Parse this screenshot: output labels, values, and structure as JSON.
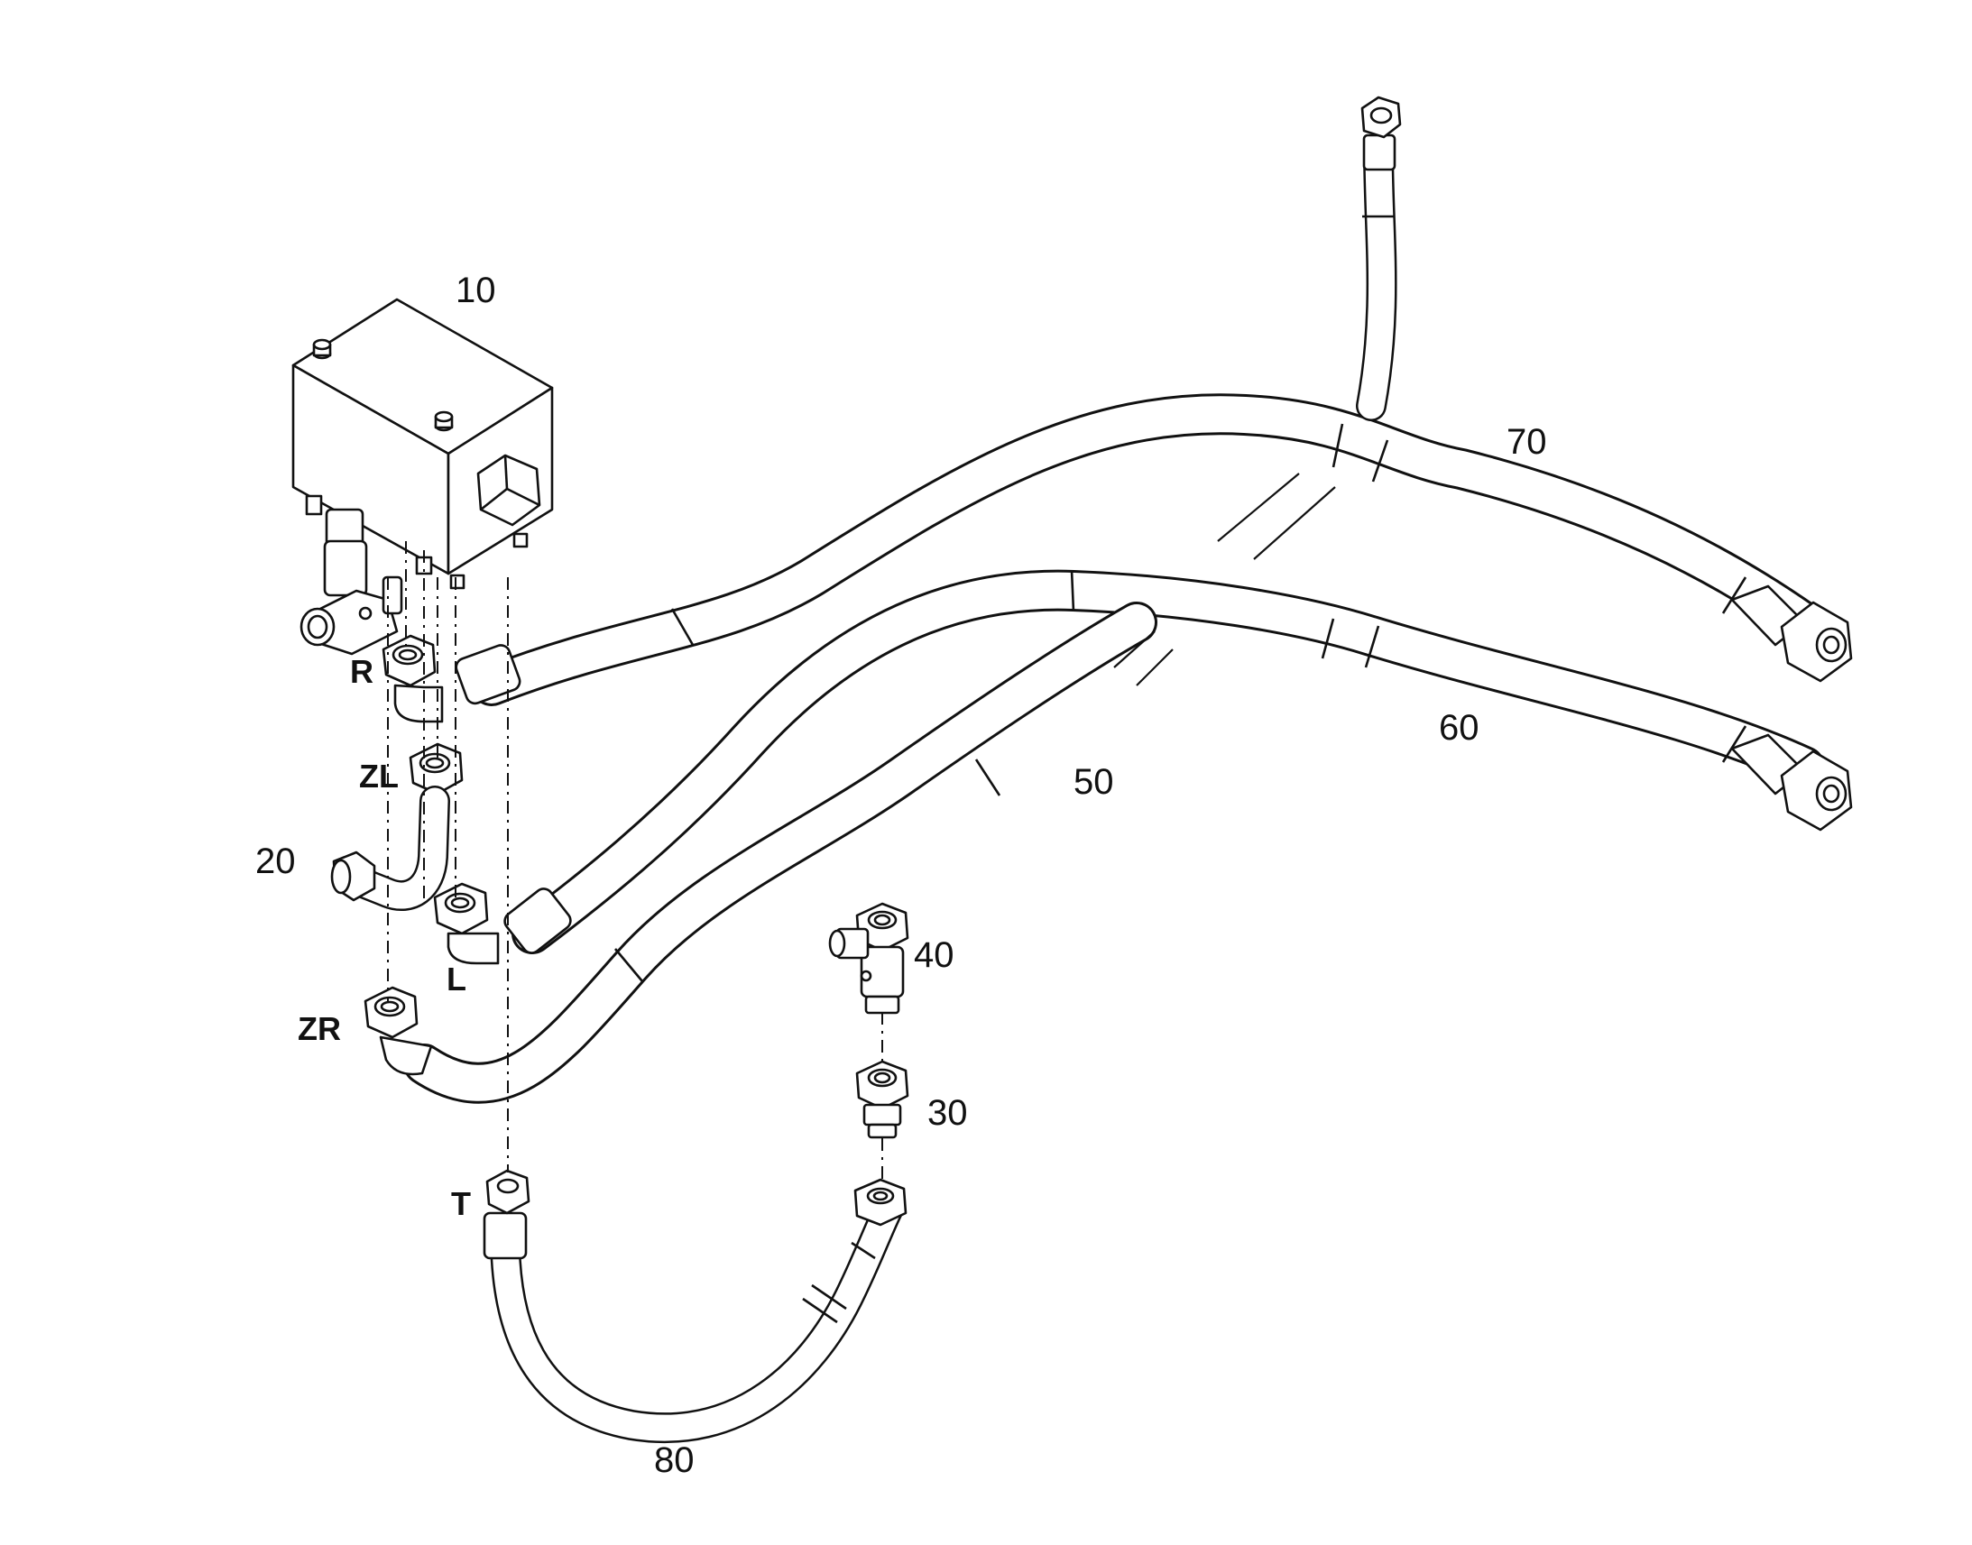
{
  "diagram": {
    "part_labels": {
      "p10": "10",
      "p20": "20",
      "p30": "30",
      "p40": "40",
      "p50": "50",
      "p60": "60",
      "p70": "70",
      "p80": "80"
    },
    "port_labels": {
      "R": "R",
      "ZL": "ZL",
      "L": "L",
      "ZR": "ZR",
      "T": "T"
    },
    "colors": {
      "line": "#111111",
      "background": "#ffffff"
    }
  }
}
